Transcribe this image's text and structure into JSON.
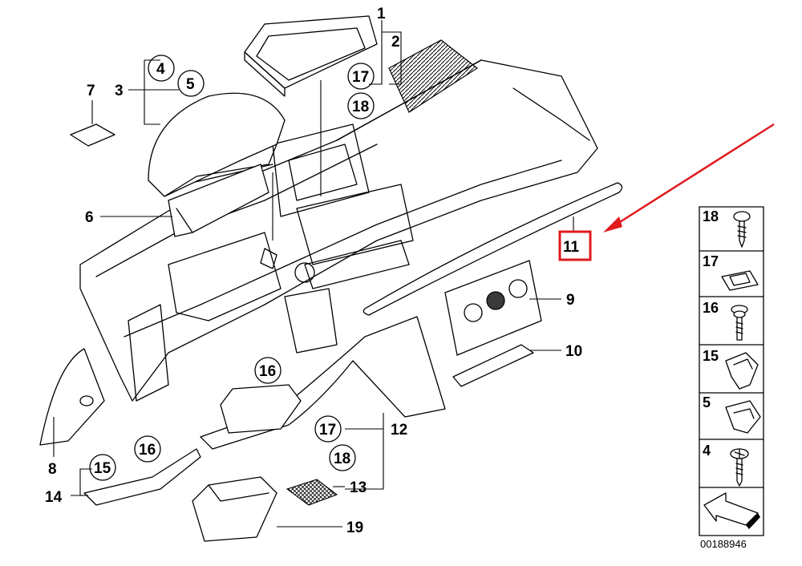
{
  "diagram": {
    "callouts": {
      "c1": "1",
      "c2": "2",
      "c3": "3",
      "c4": "4",
      "c5": "5",
      "c6": "6",
      "c7": "7",
      "c8": "8",
      "c9": "9",
      "c10": "10",
      "c11": "11",
      "c12": "12",
      "c13": "13",
      "c14": "14",
      "c15": "15",
      "c16a": "16",
      "c16b": "16",
      "c17a": "17",
      "c17b": "17",
      "c18a": "18",
      "c18b": "18",
      "c19": "19"
    },
    "highlight_color": "#e0191e",
    "legend": {
      "items": [
        "18",
        "17",
        "16",
        "15",
        "5",
        "4"
      ],
      "document_number": "00188946"
    }
  }
}
